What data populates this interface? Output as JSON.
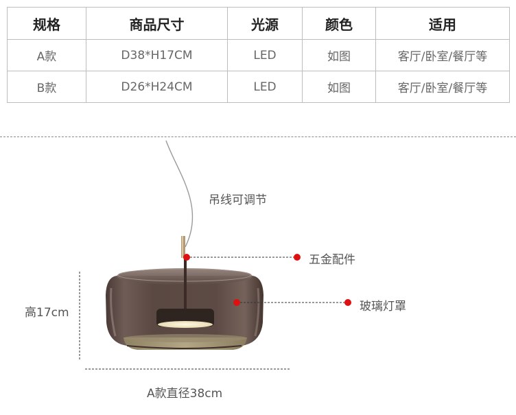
{
  "table": {
    "headers": [
      "规格",
      "商品尺寸",
      "光源",
      "颜色",
      "适用"
    ],
    "rows": [
      [
        "A款",
        "D38*H17CM",
        "LED",
        "如图",
        "客厅/卧室/餐厅等"
      ],
      [
        "B款",
        "D26*H24CM",
        "LED",
        "如图",
        "客厅/卧室/餐厅等"
      ]
    ]
  },
  "annotations": {
    "cord": "吊线可调节",
    "hardware": "五金配件",
    "glass": "玻璃灯罩",
    "height": "高17cm",
    "diameter": "A款直径38cm"
  },
  "colors": {
    "marker_dot": "#dd1111",
    "glass_shade": "#5e4a45",
    "diffuser": "#a79a79",
    "cord": "#9a9a9a"
  }
}
